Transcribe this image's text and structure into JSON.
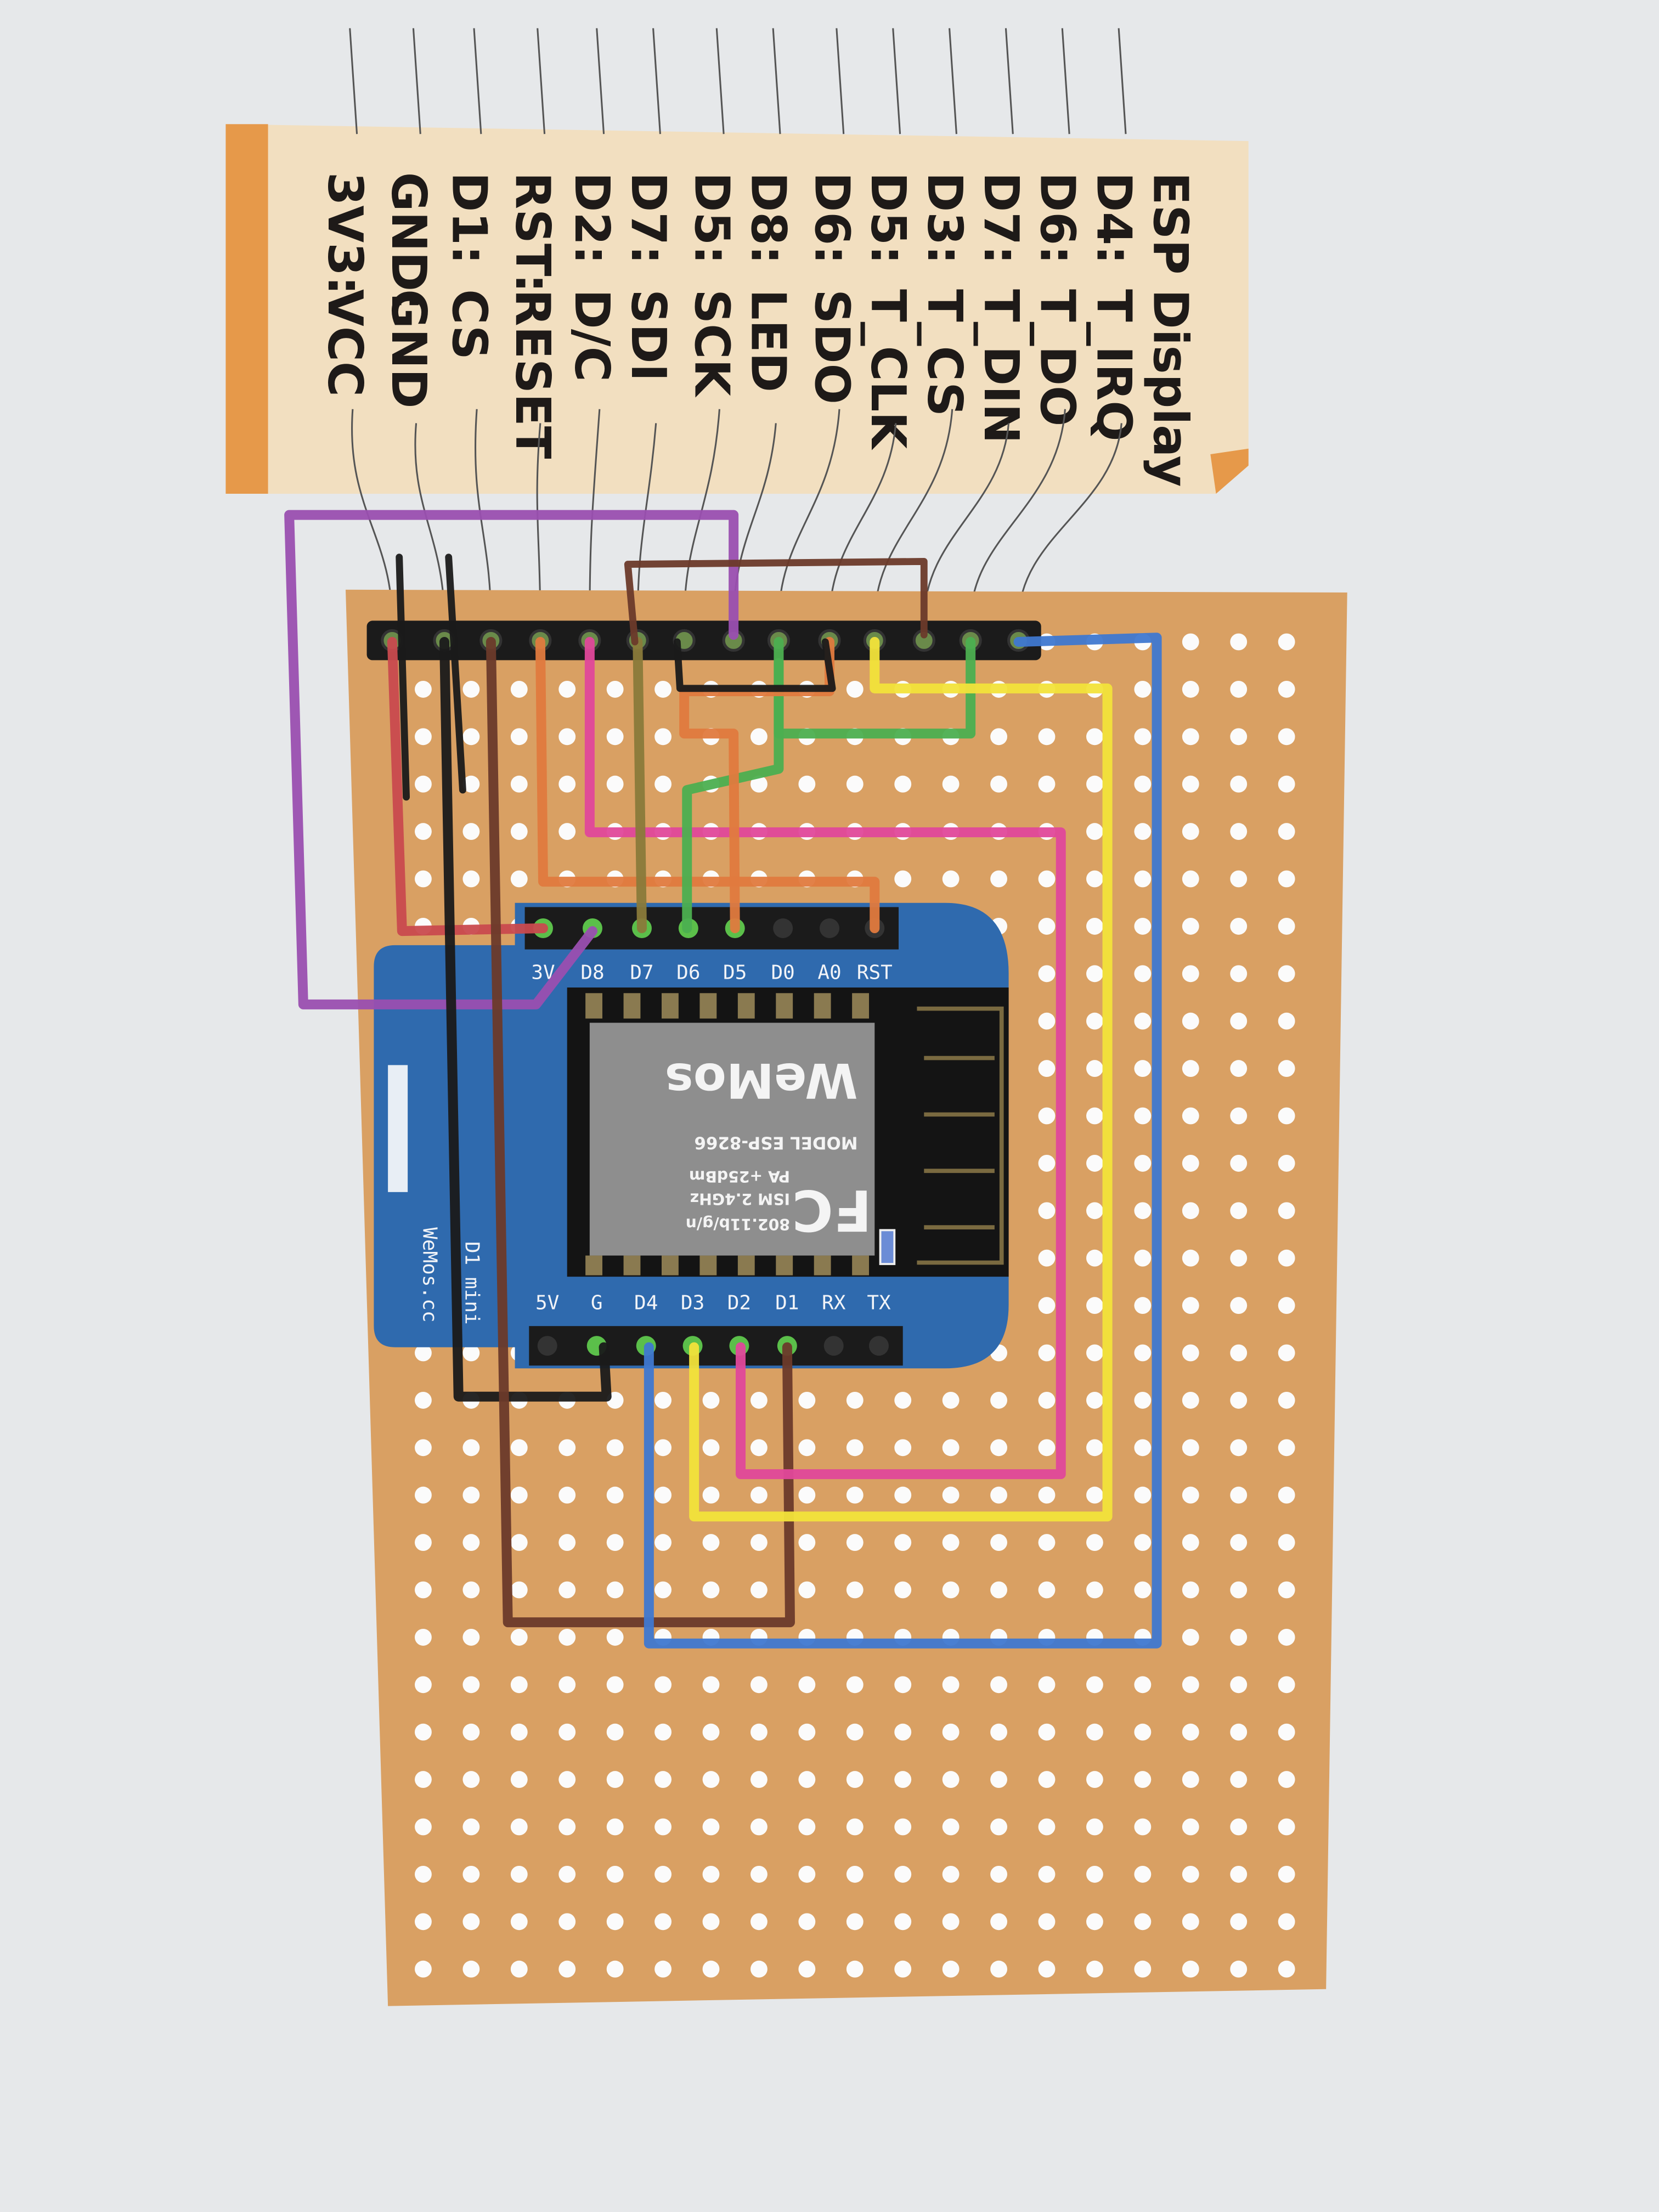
{
  "label_card": {
    "header": {
      "esp": "ESP",
      "display": "Display"
    },
    "rows": [
      {
        "esp": "D4:",
        "display": "T_IRQ"
      },
      {
        "esp": "D6:",
        "display": "T_DO"
      },
      {
        "esp": "D7:",
        "display": "T_DIN"
      },
      {
        "esp": "D3:",
        "display": "T_CS"
      },
      {
        "esp": "D5:",
        "display": "T_CLK"
      },
      {
        "esp": "D6:",
        "display": "SDO"
      },
      {
        "esp": "D8:",
        "display": "LED"
      },
      {
        "esp": "D5:",
        "display": "SCK"
      },
      {
        "esp": "D7:",
        "display": "SDI"
      },
      {
        "esp": "D2:",
        "display": "D/C"
      },
      {
        "esp": "RST:",
        "display": "RESET"
      },
      {
        "esp": "D1:",
        "display": "CS"
      },
      {
        "esp": "GND:",
        "display": "GND"
      },
      {
        "esp": "3V3:",
        "display": "VCC"
      }
    ]
  },
  "board": {
    "top_pins": [
      "3V",
      "D8",
      "D7",
      "D6",
      "D5",
      "D0",
      "A0",
      "RST"
    ],
    "bottom_pins": [
      "5V",
      "G",
      "D4",
      "D3",
      "D2",
      "D1",
      "RX",
      "TX"
    ],
    "silkscreen": {
      "brand": "WeMos.cc",
      "model": "D1 mini"
    },
    "chip": {
      "logo": "WeMos",
      "model": "MODEL  ESP-8266",
      "freq": "ISM 2.4GHz",
      "power": "PA +25dBm",
      "std": "802.11b/g/n",
      "fcc": "FC"
    }
  },
  "colors": {
    "paper": "#e6e8ea",
    "card": "#f2dfc0",
    "card_strip": "#e6994a",
    "perfboard": "#d9a063",
    "board_blue": "#2f6aae",
    "wire_purple": "#9a4fb0",
    "wire_red": "#c94a4e",
    "wire_black": "#1a1a1a",
    "wire_brown": "#6b3a2a",
    "wire_orange": "#e07a3e",
    "wire_pink": "#e0489a",
    "wire_olive": "#8a7a3a",
    "wire_green": "#4caf50",
    "wire_yellow": "#f2e33a",
    "wire_blue": "#3f78d0"
  }
}
